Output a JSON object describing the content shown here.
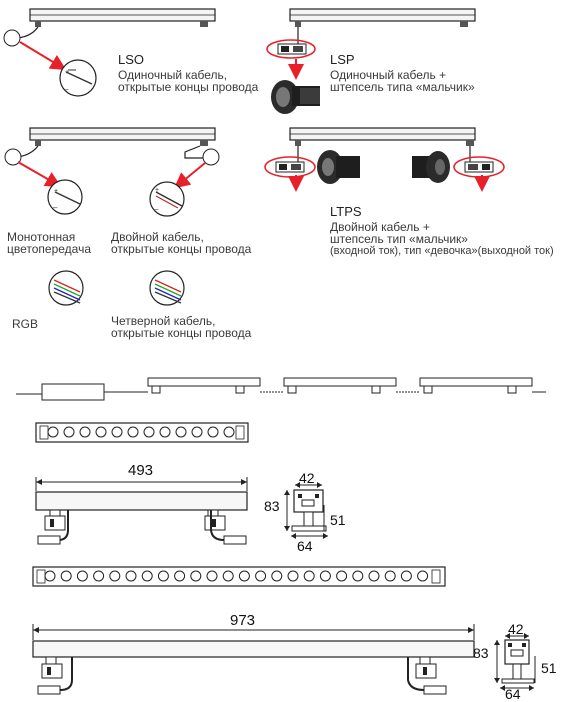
{
  "variants": [
    {
      "code": "LSO",
      "description": [
        "Одиночный кабель,",
        "открытые концы провода"
      ]
    },
    {
      "code": "LSP",
      "description": [
        "Одиночный кабель +",
        "штепсель типа «мальчик»"
      ]
    },
    {
      "code": "LTPS",
      "description": [
        "Двойной кабель +",
        "штепсель тип «мальчик»",
        "(входной ток), тип «девочка»(выходной ток)"
      ]
    }
  ],
  "cable_types": [
    {
      "label": [
        "Монотонная",
        "цветопередача"
      ]
    },
    {
      "label": [
        "Двойной кабель,",
        "открытые концы провода"
      ]
    },
    {
      "label": [
        "RGB"
      ]
    },
    {
      "label": [
        "Четверной кабель,",
        "открытые концы провода"
      ]
    }
  ],
  "dimensions": {
    "short_length": "493",
    "long_length": "973",
    "bracket_width_top": "42",
    "bracket_height": "83",
    "bracket_arm": "51",
    "bracket_width_bottom": "64"
  },
  "colors": {
    "accent": "#e8202a",
    "line": "#222222"
  }
}
